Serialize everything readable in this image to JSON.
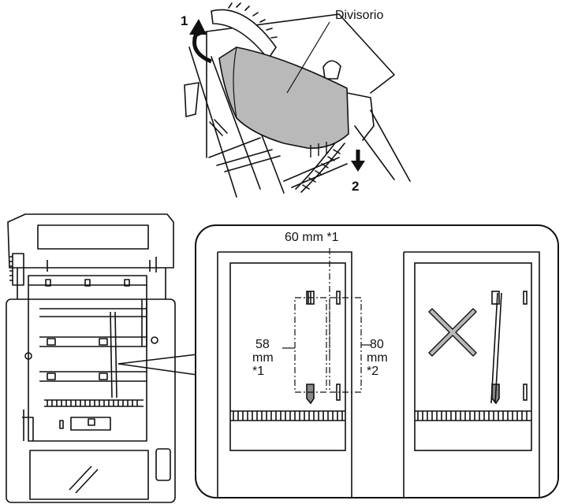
{
  "callout_partition": "Divisorio",
  "steps": {
    "one": "1",
    "two": "2"
  },
  "dimensions": {
    "width_top": "60 mm *1",
    "left_value": "58",
    "left_unit": "mm",
    "left_note": "*1",
    "right_value": "80",
    "right_unit": "mm",
    "right_note": "*2"
  },
  "colors": {
    "line": "#111111",
    "partition_fill": "#b9b9b9",
    "background": "#ffffff"
  },
  "icons": {
    "wrong_mark": "cross-icon",
    "arrow": "curved-arrow-icon"
  }
}
